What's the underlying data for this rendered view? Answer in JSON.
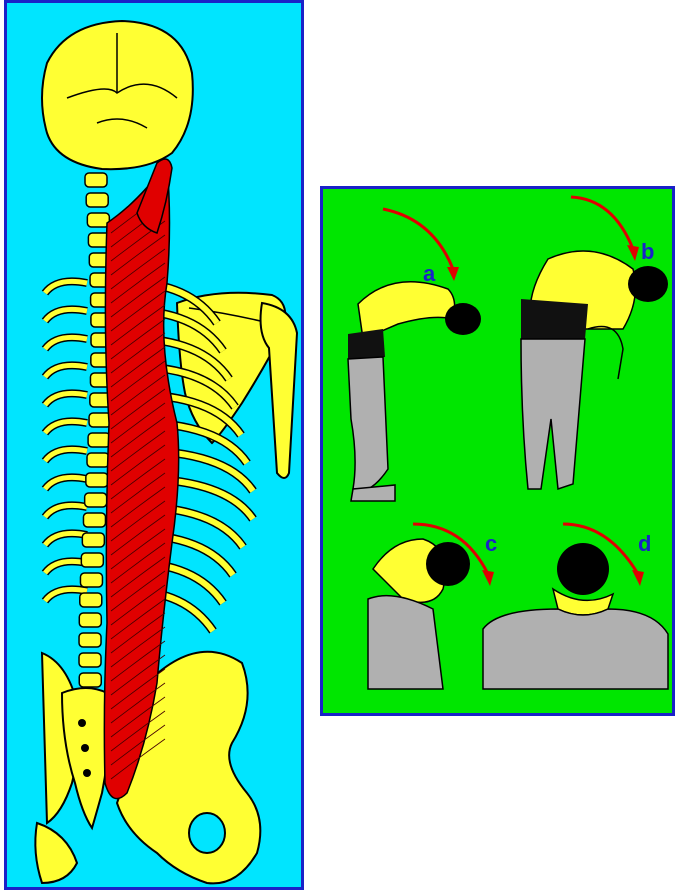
{
  "colors": {
    "anatomy_background": "#00e5ff",
    "stretch_background": "#00e600",
    "border": "#1a22c8",
    "bone": "#ffff33",
    "muscle": "#e00000",
    "arrow": "#e00000",
    "shirt": "#ffff33",
    "pants": "#b0b0b0",
    "hair": "#000000",
    "label": "#1a22c8"
  },
  "anatomy": {
    "structures": [
      "skull",
      "cervical-spine",
      "trapezius-muscle",
      "scapula",
      "humerus",
      "rib-cage",
      "erector-spinae-muscle",
      "lumbar-spine",
      "sacrum",
      "pelvis"
    ]
  },
  "stretches": [
    {
      "label": "a",
      "pose": "forward-bend"
    },
    {
      "label": "b",
      "pose": "side-bend"
    },
    {
      "label": "c",
      "pose": "neck-forward-flex"
    },
    {
      "label": "d",
      "pose": "neck-side-tilt"
    }
  ]
}
